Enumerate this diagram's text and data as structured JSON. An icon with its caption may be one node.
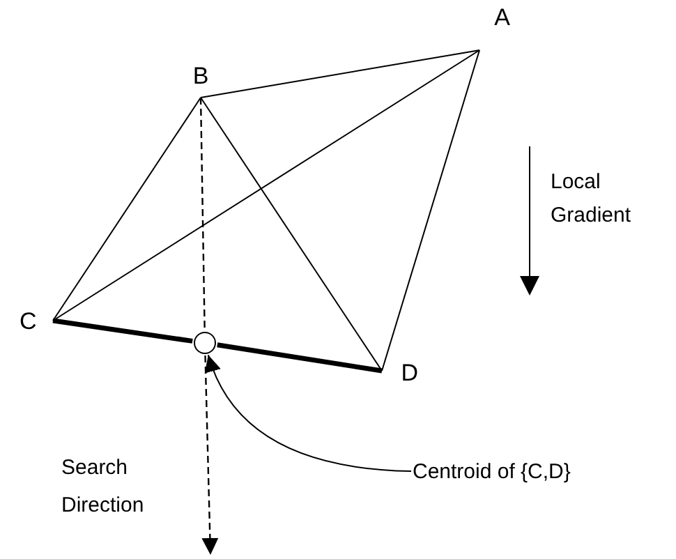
{
  "diagram": {
    "nodes": [
      {
        "text": [
          "A"
        ]
      },
      {
        "text": [
          "B"
        ]
      },
      {
        "text": [
          "C"
        ]
      },
      {
        "text": [
          "D"
        ]
      },
      {
        "text": [],
        "shape": "circle"
      },
      {
        "text": [
          "Centroid of {C,D}"
        ]
      }
    ],
    "edges": [
      {
        "from": 1,
        "to": 0,
        "arrow": "none"
      },
      {
        "from": 2,
        "to": 0,
        "arrow": "none"
      },
      {
        "from": 2,
        "to": 1,
        "arrow": "none"
      },
      {
        "from": 1,
        "to": 3,
        "arrow": "none"
      },
      {
        "from": 0,
        "to": 3,
        "arrow": "none"
      },
      {
        "from": 2,
        "to": 4,
        "arrow": "none",
        "style": "thick"
      },
      {
        "from": 4,
        "to": 3,
        "arrow": "none",
        "style": "thick"
      },
      {
        "from": 1,
        "to": 4,
        "arrow": "none",
        "style": "dashed"
      },
      {
        "from": 4,
        "to": null,
        "arrow": "to",
        "style": "dashed"
      },
      {
        "from": 5,
        "to": 4,
        "arrow": "to"
      }
    ],
    "labels": [
      "Local Gradient",
      "Search Direction"
    ]
  }
}
